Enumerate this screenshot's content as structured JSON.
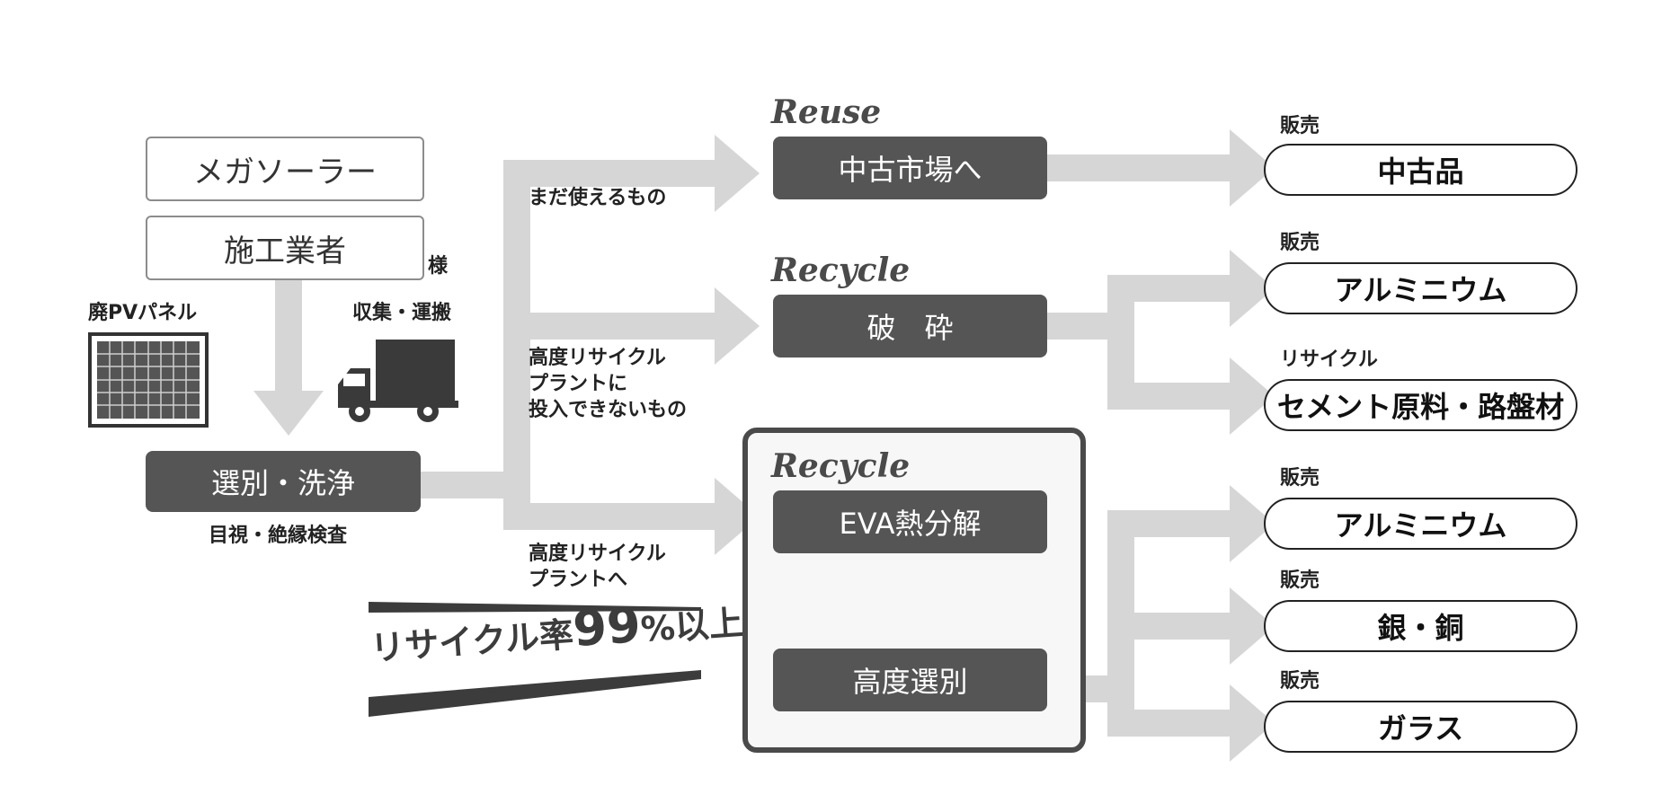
{
  "sources": {
    "mega_solar": "メガソーラー",
    "contractor": "施工業者",
    "honorific": "様"
  },
  "panel_label": "廃PVパネル",
  "transport_label": "収集・運搬",
  "sort_box": "選別・洗浄",
  "inspection_note": "目視・絶縁検査",
  "branch_notes": {
    "usable": "まだ使えるもの",
    "not_recyclable_line1": "高度リサイクル",
    "not_recyclable_line2": "プラントに",
    "not_recyclable_line3": "投入できないもの",
    "to_plant_line1": "高度リサイクル",
    "to_plant_line2": "プラントへ"
  },
  "recycle_rate": {
    "prefix": "リサイクル率",
    "value": "99",
    "unit": "%",
    "suffix": "以上"
  },
  "stages": {
    "reuse": {
      "title": "Reuse",
      "box": "中古市場へ"
    },
    "recycle1": {
      "title": "Recycle",
      "box": "破　砕"
    },
    "recycle2": {
      "title": "Recycle",
      "box1": "EVA熱分解",
      "box2": "高度選別"
    }
  },
  "outputs": [
    {
      "tag": "販売",
      "item": "中古品"
    },
    {
      "tag": "販売",
      "item": "アルミニウム"
    },
    {
      "tag": "リサイクル",
      "item": "セメント原料・路盤材"
    },
    {
      "tag": "販売",
      "item": "アルミニウム"
    },
    {
      "tag": "販売",
      "item": "銀・銅"
    },
    {
      "tag": "販売",
      "item": "ガラス"
    }
  ],
  "colors": {
    "arrow": "#d6d6d6",
    "dark_box": "#555555",
    "frame": "#4a4a4a"
  },
  "icons": [
    "pv-panel-icon",
    "truck-icon"
  ]
}
